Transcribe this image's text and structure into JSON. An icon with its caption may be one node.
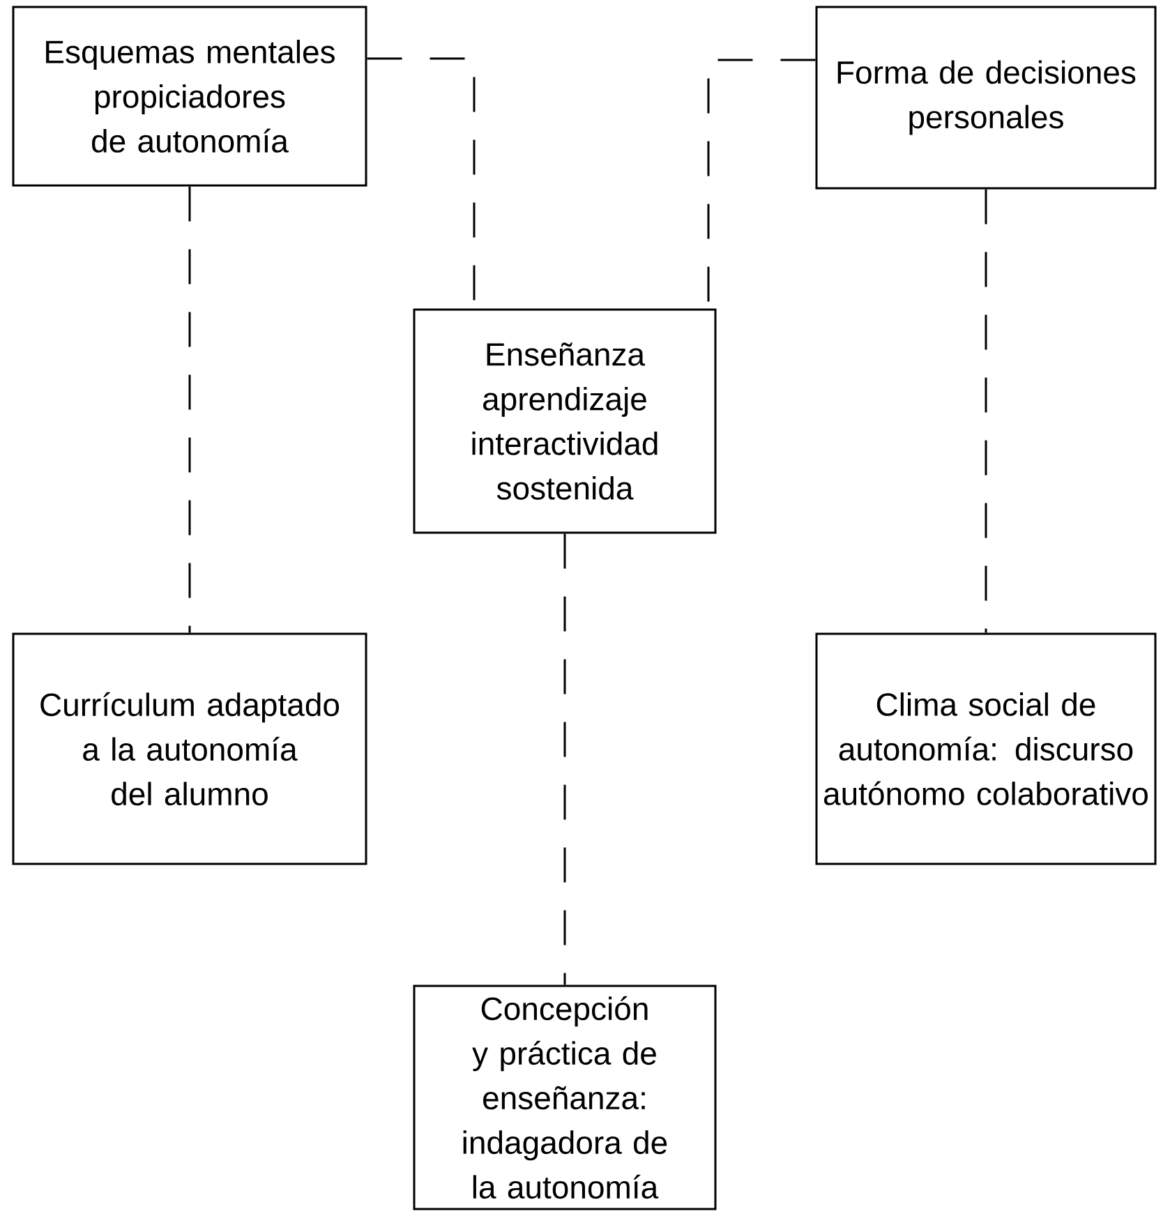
{
  "diagram": {
    "nodes": [
      {
        "text": [
          "Esquemas mentales propiciadores de autonomía"
        ]
      },
      {
        "text": [
          "Forma de decisiones personales"
        ]
      },
      {
        "text": [
          "Enseñanza aprendizaje interactividad sostenida"
        ]
      },
      {
        "text": [
          "Currículum adaptado a la autonomía del alumno"
        ]
      },
      {
        "text": [
          "Clima social de autonomía: discurso autónomo colaborativo"
        ]
      },
      {
        "text": [
          "Concepción y práctica de enseñanza: indagadora de la autonomía"
        ]
      }
    ],
    "edges": [
      {
        "from": 0,
        "to": 2,
        "arrow": "none",
        "style": "dashed"
      },
      {
        "from": 1,
        "to": 2,
        "arrow": "none",
        "style": "dashed"
      },
      {
        "from": 0,
        "to": 3,
        "arrow": "none",
        "style": "dashed"
      },
      {
        "from": 1,
        "to": 4,
        "arrow": "none",
        "style": "dashed"
      },
      {
        "from": 2,
        "to": 5,
        "arrow": "none",
        "style": "dashed"
      }
    ]
  }
}
